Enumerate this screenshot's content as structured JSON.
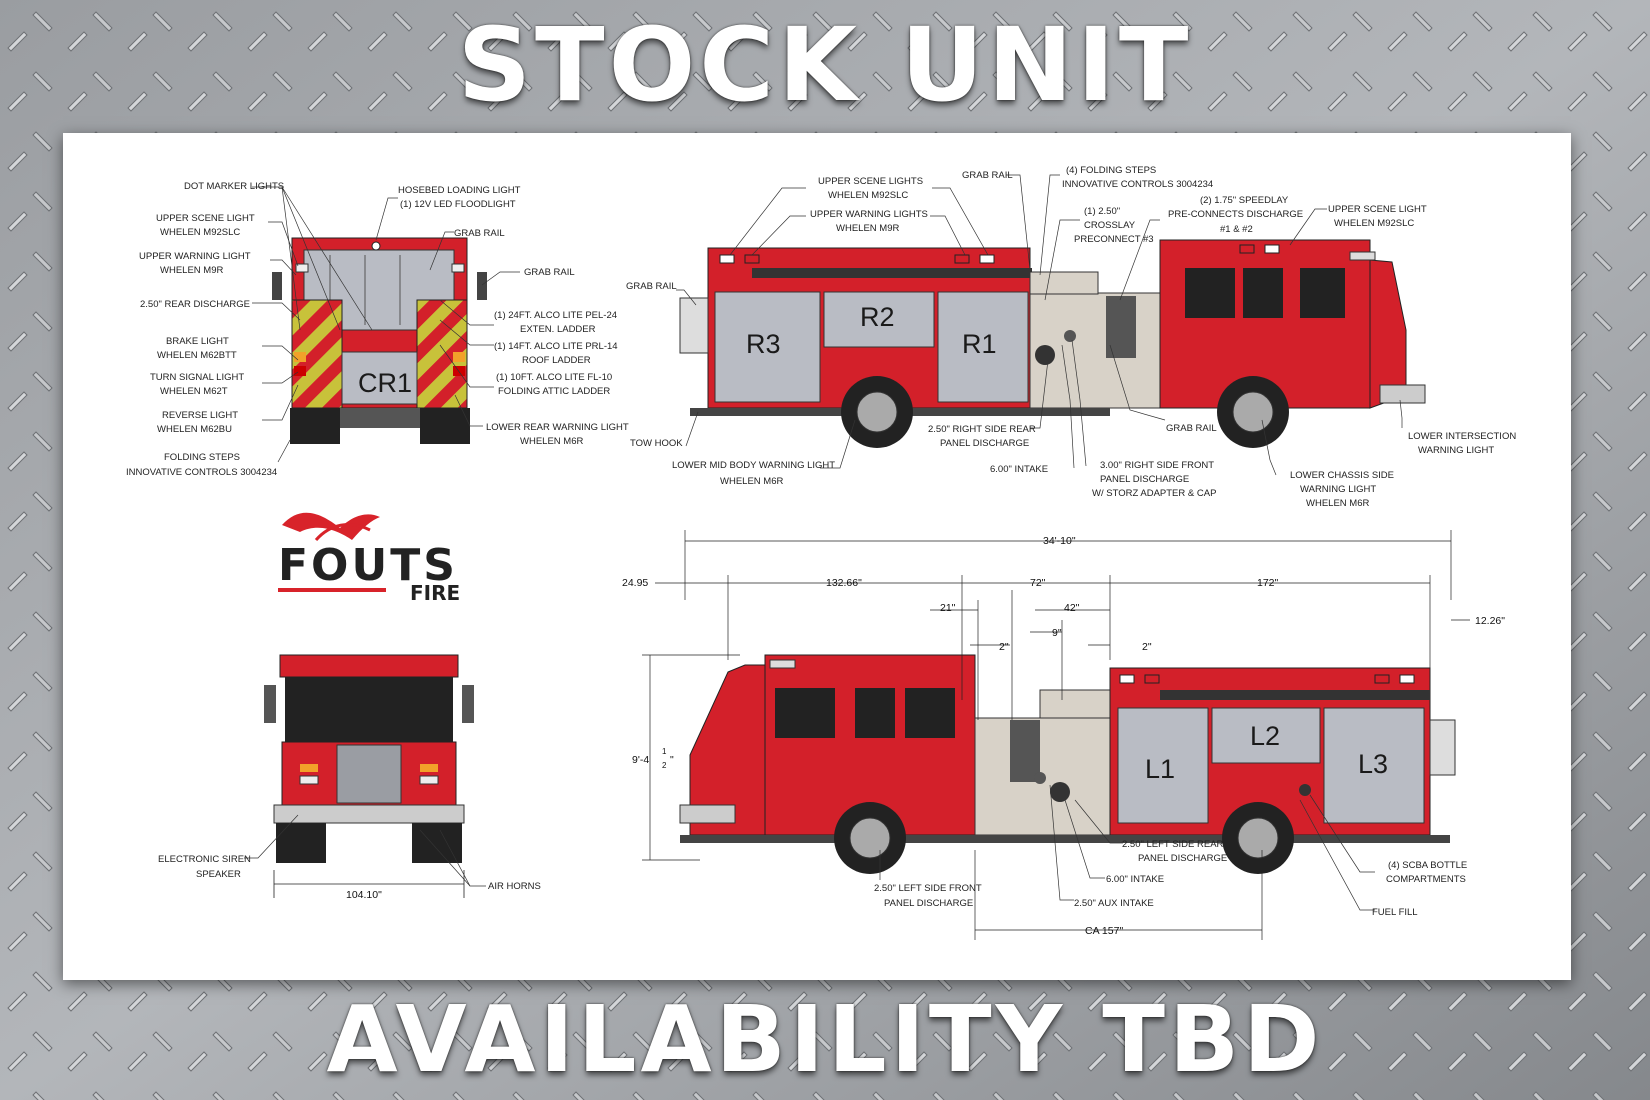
{
  "banner": {
    "title": "STOCK UNIT",
    "subtitle": "AVAILABILITY TBD"
  },
  "logo": {
    "name": "FOUTS",
    "sub": "FIRE"
  },
  "rear_view": {
    "compartment": "CR1",
    "callouts": [
      "DOT MARKER LIGHTS",
      "UPPER SCENE LIGHT",
      "WHELEN M92SLC",
      "UPPER WARNING LIGHT",
      "WHELEN M9R",
      "2.50\" REAR DISCHARGE",
      "BRAKE LIGHT",
      "WHELEN M62BTT",
      "TURN SIGNAL LIGHT",
      "WHELEN M62T",
      "REVERSE LIGHT",
      "WHELEN M62BU",
      "FOLDING STEPS",
      "INNOVATIVE CONTROLS 3004234",
      "HOSEBED LOADING LIGHT",
      "(1) 12V LED FLOODLIGHT",
      "GRAB RAIL",
      "GRAB RAIL",
      "(1) 24FT. ALCO LITE PEL-24",
      "EXTEN. LADDER",
      "(1) 14FT. ALCO LITE PRL-14",
      "ROOF LADDER",
      "(1) 10FT. ALCO LITE FL-10",
      "FOLDING ATTIC LADDER",
      "LOWER REAR WARNING LIGHT",
      "WHELEN M6R"
    ]
  },
  "right_side": {
    "compartments": [
      "R3",
      "R2",
      "R1"
    ],
    "callouts": [
      "UPPER SCENE LIGHTS",
      "WHELEN M92SLC",
      "UPPER WARNING LIGHTS",
      "WHELEN M9R",
      "GRAB RAIL",
      "(4) FOLDING STEPS",
      "INNOVATIVE CONTROLS 3004234",
      "(1) 2.50\"",
      "CROSSLAY",
      "PRECONNECT #3",
      "(2) 1.75\" SPEEDLAY",
      "PRE-CONNECTS DISCHARGE",
      "#1 & #2",
      "UPPER SCENE LIGHT",
      "WHELEN M92SLC",
      "GRAB RAIL",
      "TOW HOOK",
      "LOWER MID BODY WARNING LIGHT",
      "WHELEN M6R",
      "2.50\" RIGHT SIDE REAR",
      "PANEL DISCHARGE",
      "6.00\" INTAKE",
      "3.00\" RIGHT SIDE FRONT",
      "PANEL DISCHARGE",
      "W/ STORZ ADAPTER & CAP",
      "GRAB RAIL",
      "LOWER CHASSIS SIDE",
      "WARNING LIGHT",
      "WHELEN M6R",
      "LOWER INTERSECTION",
      "WARNING LIGHT"
    ]
  },
  "front_view": {
    "callouts": [
      "ELECTRONIC SIREN",
      "SPEAKER",
      "AIR HORNS"
    ],
    "width": "104.10\""
  },
  "left_side": {
    "compartments": [
      "L1",
      "L2",
      "L3"
    ],
    "dimensions": {
      "overall": "34'-10\"",
      "front": "24.95",
      "cab": "132.66\"",
      "pump": "72\"",
      "body": "172\"",
      "d21": "21\"",
      "d42": "42\"",
      "d9": "9\"",
      "d2a": "2\"",
      "d2b": "2\"",
      "rear": "12.26\"",
      "height_main": "9'-4",
      "height_num": "1",
      "height_den": "2",
      "height_unit": "\"",
      "ca": "CA 157\""
    },
    "callouts": [
      "2.50\" LEFT SIDE REAR",
      "PANEL DISCHARGE",
      "6.00\" INTAKE",
      "2.50\" AUX INTAKE",
      "2.50\" LEFT SIDE FRONT",
      "PANEL DISCHARGE",
      "(4) SCBA BOTTLE",
      "COMPARTMENTS",
      "FUEL FILL"
    ]
  },
  "colors": {
    "truck_red": "#d3202a",
    "door_gray": "#b9bcc4",
    "pump_tan": "#d8d2c8",
    "chevron_yellow": "#c8c23a",
    "logo_red": "#d8232a"
  }
}
